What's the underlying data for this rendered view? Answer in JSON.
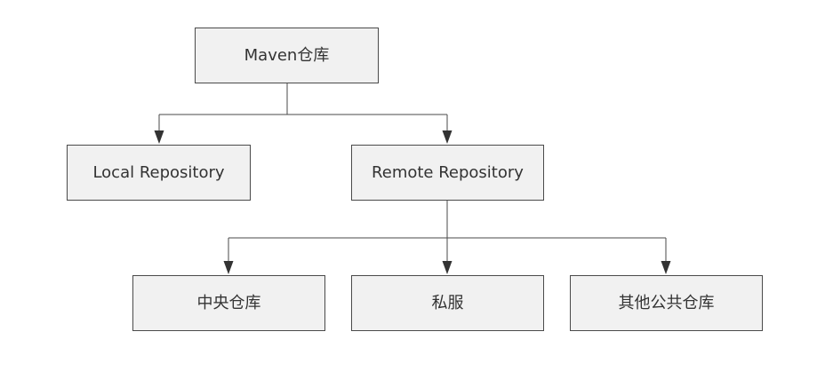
{
  "diagram": {
    "nodes": {
      "root": "Maven仓库",
      "local": "Local Repository",
      "remote": "Remote Repository",
      "central": "中央仓库",
      "private": "私服",
      "other": "其他公共仓库"
    }
  }
}
